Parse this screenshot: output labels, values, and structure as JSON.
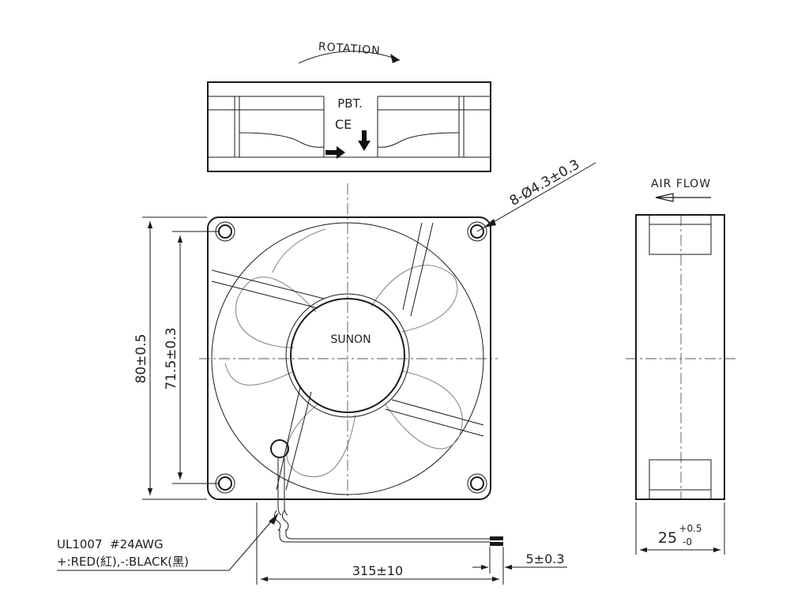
{
  "labels": {
    "rotation": "ROTATION",
    "material": "PBT.",
    "ce_mark": "CE",
    "brand": "SUNON",
    "air_flow": "AIR FLOW",
    "holes": "8-Ø4.3±0.3",
    "overall_height": "80±0.5",
    "hole_pitch": "71.5±0.3",
    "depth": "25",
    "depth_tol_upper": "+0.5",
    "depth_tol_lower": "-0",
    "lead_length": "315±10",
    "strip_length": "5±0.3",
    "wire_spec_line1": "UL1007  #24AWG",
    "wire_spec_line2": "+:RED(紅),-:BLACK(黑)"
  }
}
